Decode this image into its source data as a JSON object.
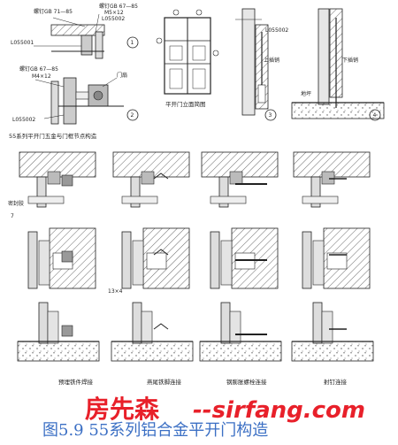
{
  "callouts": {
    "screw_top_a": "螺钉GB 67—85",
    "screw_top_a_size": "M5×12",
    "screw_left_a": "螺钉GB 71—85",
    "profile_a": "L055002",
    "profile_b": "L055001",
    "screw_mid": "螺钉GB 67—85",
    "screw_mid_size": "M4×12",
    "door_leaf": "门扇",
    "profile_c": "L055002",
    "profile_d": "L055002",
    "upper_bolt": "上插销",
    "lower_bolt": "下插销",
    "threshold": "地坪",
    "seal_strip": "密封胶",
    "dim_7": "7",
    "dim_13x4": "13×4"
  },
  "circle_numbers": [
    "1",
    "2",
    "3",
    "4"
  ],
  "panel_titles": {
    "elevation": "平开门立面简图",
    "section_title": "55系列平开门五金与门框节点构造"
  },
  "column_labels": [
    "预埋铁件焊接",
    "燕尾铁脚连接",
    "钢膨胀螺栓连接",
    "射钉连接"
  ],
  "watermark": {
    "brand": "房先森",
    "url": "--sirfang.com"
  },
  "figure_caption": "图5.9   55系列铝合金平开门构造"
}
